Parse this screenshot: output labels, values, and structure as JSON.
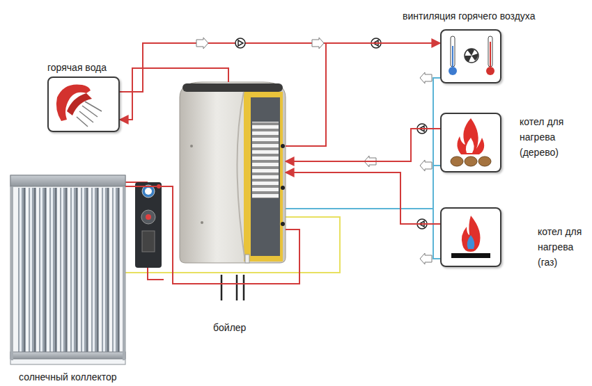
{
  "diagram": {
    "nodes": [
      {
        "text": [
          "горячая вода"
        ]
      },
      {
        "text": [
          "бойлер"
        ]
      },
      {
        "text": [
          "солнечный коллектор"
        ]
      },
      {
        "text": [
          "винтиляция горячего воздуха"
        ]
      },
      {
        "text": [
          "котел для нагрева (дерево)"
        ]
      },
      {
        "text": [
          "котел для нагрева (газ)"
        ]
      }
    ],
    "edges": [
      {
        "from": 1,
        "to": 0,
        "arrow": "to"
      },
      {
        "from": 2,
        "to": 1,
        "arrow": "none"
      },
      {
        "from": 1,
        "to": 3,
        "arrow": "to"
      },
      {
        "from": 4,
        "to": 1,
        "arrow": "to"
      },
      {
        "from": 5,
        "to": 1,
        "arrow": "to"
      }
    ]
  }
}
